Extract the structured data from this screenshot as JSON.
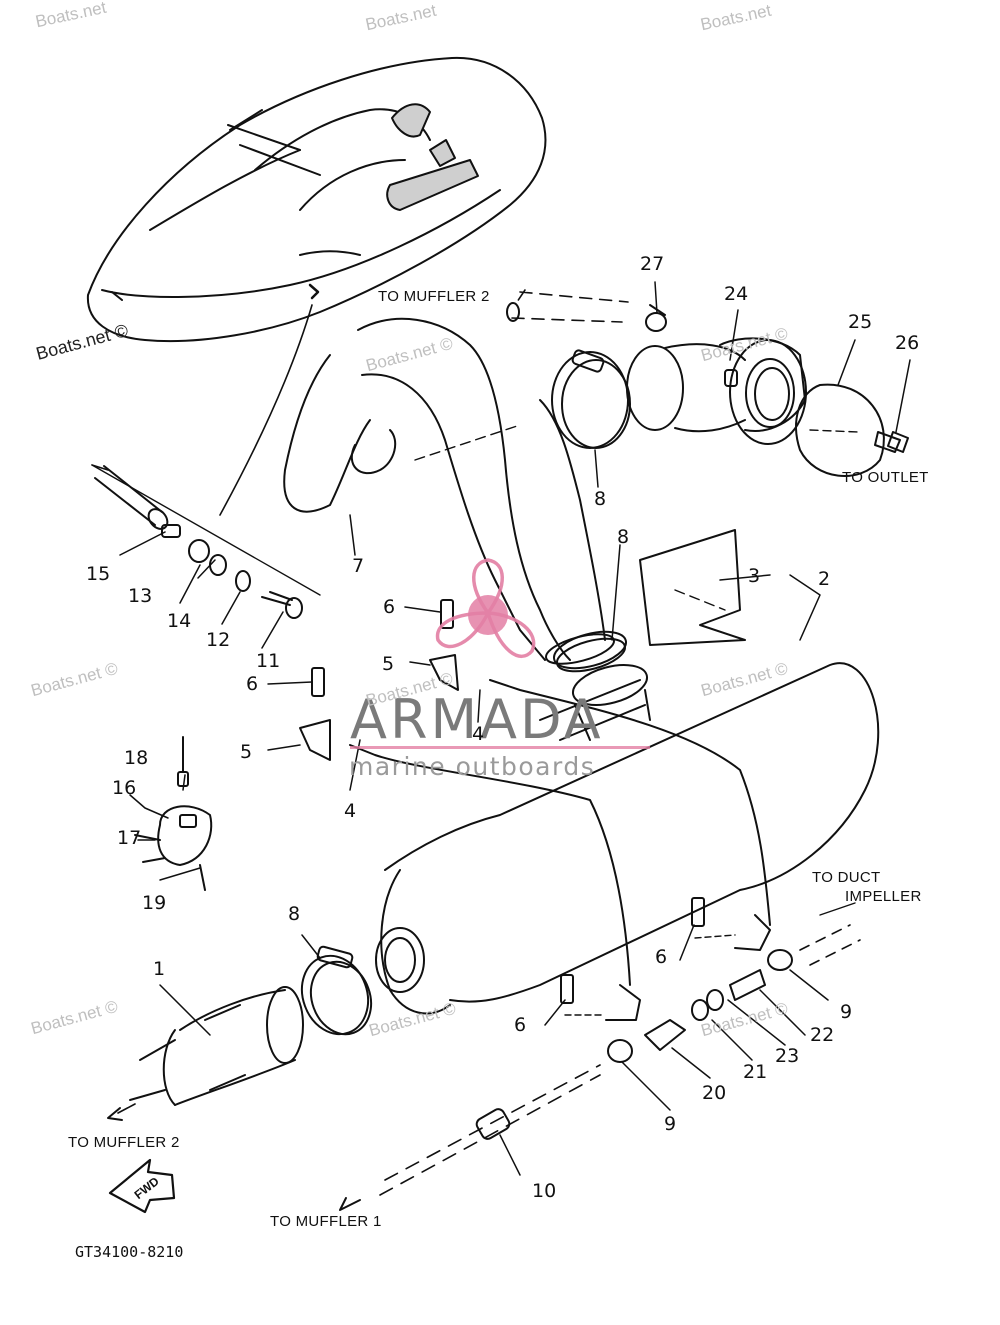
{
  "watermark_text": "Boats.net",
  "watermark_copy": "Boats.net ©",
  "brand": {
    "name": "ARMADA",
    "tagline": "marine outboards",
    "logo_color": "#e37fa4",
    "text_color": "#7a7a7a"
  },
  "callouts": [
    "1",
    "2",
    "3",
    "4",
    "4",
    "5",
    "5",
    "6",
    "6",
    "6",
    "6",
    "7",
    "8",
    "8",
    "8",
    "9",
    "9",
    "10",
    "11",
    "12",
    "13",
    "14",
    "15",
    "16",
    "17",
    "18",
    "19",
    "20",
    "21",
    "22",
    "23",
    "24",
    "25",
    "26",
    "27"
  ],
  "destinations": {
    "muffler2_top": "TO MUFFLER 2",
    "muffler2_bottom": "TO MUFFLER 2",
    "muffler1": "TO MUFFLER 1",
    "outlet": "TO OUTLET",
    "duct_line1": "TO DUCT",
    "duct_line2": "IMPELLER"
  },
  "fwd_label": "FWD",
  "diagram_code": "GT34100-8210"
}
